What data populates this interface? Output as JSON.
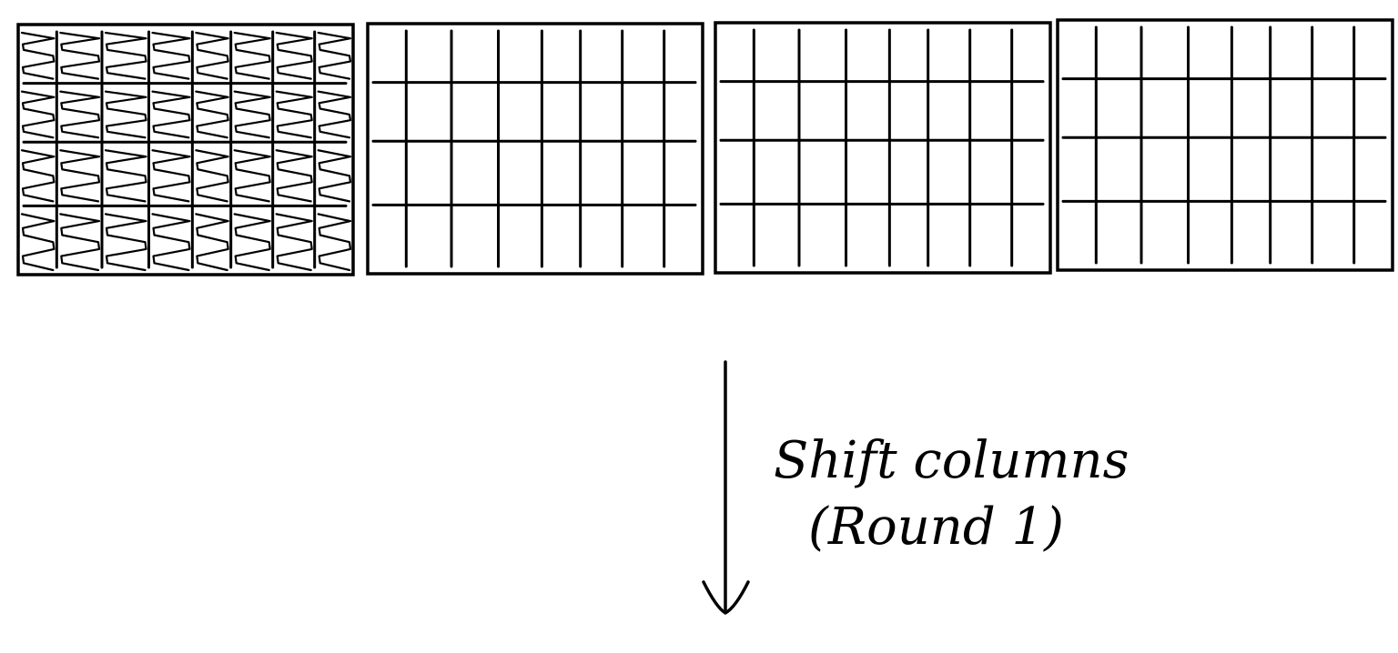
{
  "diagram": {
    "grid": {
      "rows": 4,
      "columns": 8
    },
    "blocks": [
      {
        "id": "block-1",
        "shaded": true
      },
      {
        "id": "block-2",
        "shaded": false
      },
      {
        "id": "block-3",
        "shaded": false
      },
      {
        "id": "block-4",
        "shaded": false
      }
    ],
    "arrow": {
      "direction": "down"
    },
    "caption": {
      "line1": "Shift columns",
      "line2": "(Round 1)"
    }
  },
  "colors": {
    "ink": "#000000",
    "background": "#ffffff"
  }
}
